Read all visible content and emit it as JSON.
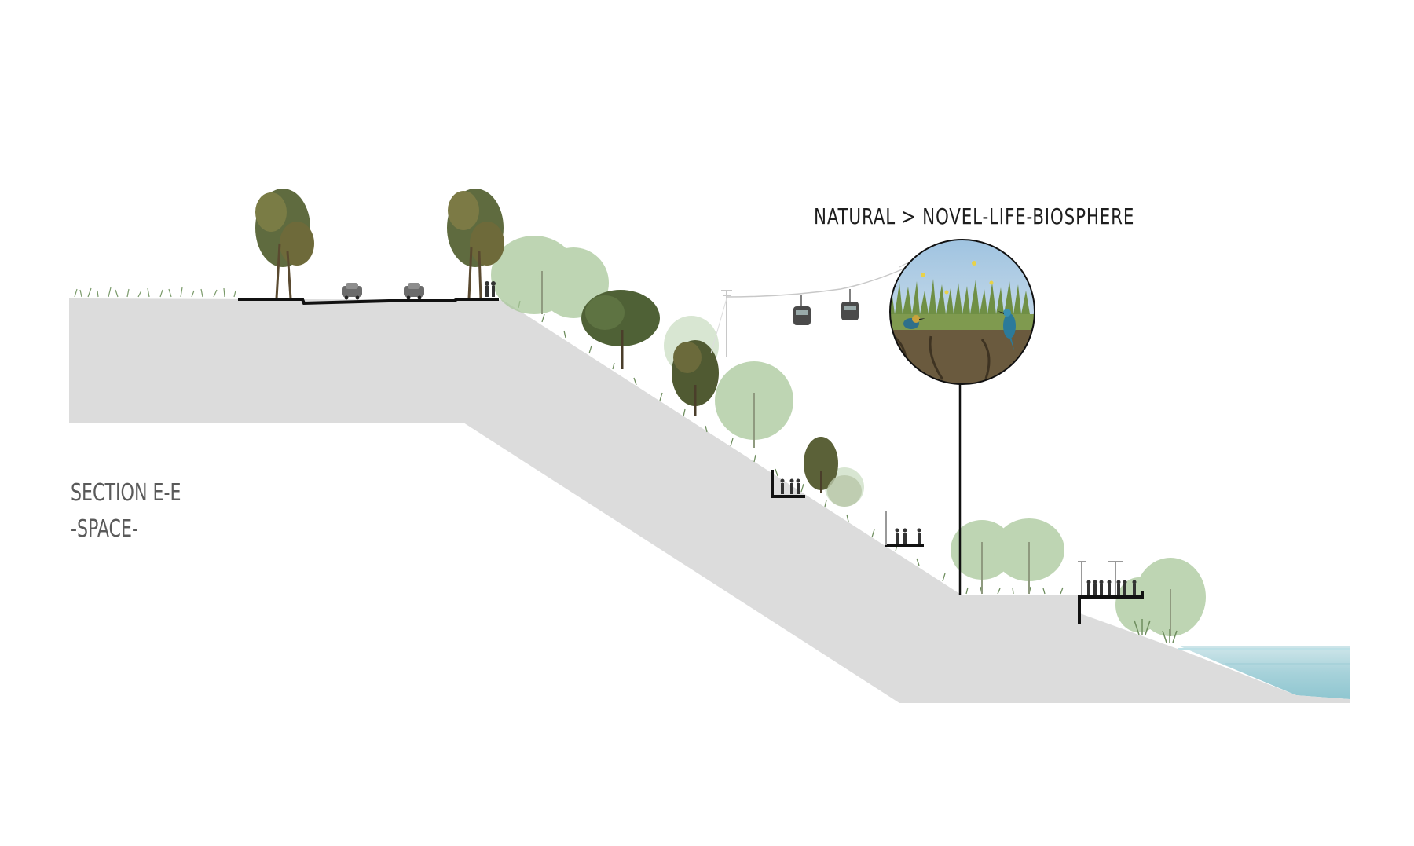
{
  "section": {
    "title": "SECTION E-E",
    "subtitle": "-SPACE-"
  },
  "callout": {
    "label": "NATURAL > NOVEL-LIFE-BIOSPHERE"
  },
  "colors": {
    "ground": "#dcdcdc",
    "water": "#a9d3dc",
    "tree_foliage": "#5f6b3f",
    "willow": "#a9c79a",
    "line": "#1a1a1a"
  }
}
